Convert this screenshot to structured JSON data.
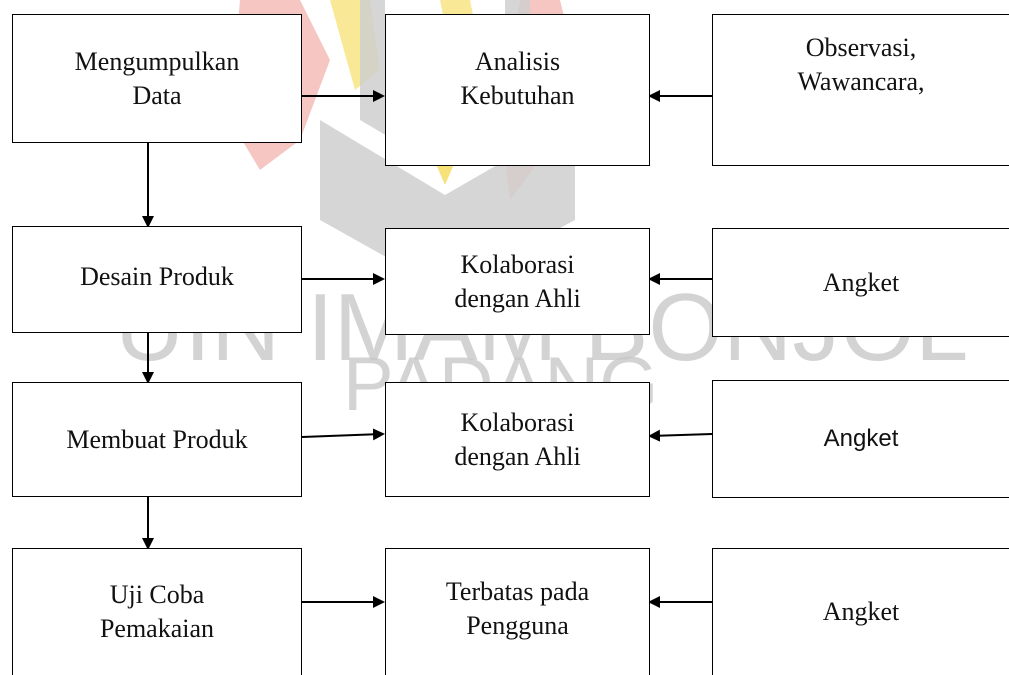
{
  "watermark": {
    "text_line1": "UIN IMAM BONJOL",
    "text_line2": "PADANG",
    "colors": {
      "red": "#f2b3ad",
      "gray": "#cfcfcf",
      "yellow": "#f7e27a"
    }
  },
  "diagram": {
    "left": {
      "collect": [
        "Mengumpulkan",
        "Data"
      ],
      "design": [
        "Desain Produk"
      ],
      "make": [
        "Membuat Produk"
      ],
      "trial": [
        "Uji Coba",
        "Pemakaian"
      ]
    },
    "middle": {
      "analysis": [
        "Analisis",
        "Kebutuhan"
      ],
      "collab1": [
        "Kolaborasi",
        "dengan Ahli"
      ],
      "collab2": [
        "Kolaborasi",
        "dengan Ahli"
      ],
      "limited": [
        "Terbatas pada",
        "Pengguna"
      ]
    },
    "right": {
      "methods": [
        "Observasi,",
        "Wawancara,"
      ],
      "survey1": "Angket",
      "survey2": "Angket",
      "survey3": "Angket"
    }
  },
  "colors": {
    "line": "#000000",
    "box_border": "#000000"
  }
}
